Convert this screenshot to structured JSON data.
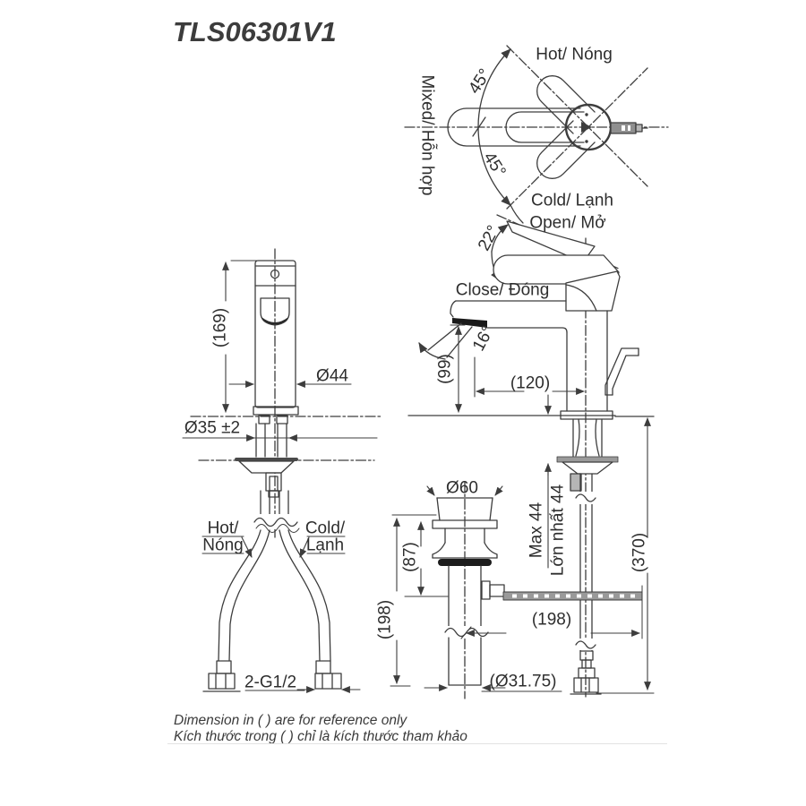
{
  "page": {
    "title": "TLS06301V1",
    "footer_line1": "Dimension in ( ) are for reference only",
    "footer_line2": "Kích thước trong ( ) chỉ là kích thước tham khảo"
  },
  "top_view": {
    "label_hot": "Hot/ Nóng",
    "label_mixed": "Mixed/ Hỗn hợp",
    "label_cold": "Cold/ Lạnh",
    "angle_upper": "45°",
    "angle_lower": "45°"
  },
  "side_view": {
    "label_open": "Open/ Mở",
    "label_close": "Close/ Đóng",
    "angle_open": "22°",
    "angle_stream": "16°",
    "dim_spout_height": "(99)",
    "dim_spout_reach": "(120)",
    "dim_max_counter_en": "Max 44",
    "dim_max_counter_vi": "Lớn nhất 44",
    "dim_under_counter": "(370)",
    "dim_rod_length": "(198)"
  },
  "front_view": {
    "dim_height": "(169)",
    "dim_body_diameter": "Ø44",
    "dim_hole_diameter": "Ø35 ±2",
    "label_hot_en": "Hot/",
    "label_hot_vi": "Nóng",
    "label_cold_en": "Cold/",
    "label_cold_vi": "Lạnh",
    "dim_thread": "2-G1/2"
  },
  "drain_view": {
    "dim_flange_diameter": "Ø60",
    "dim_body_depth": "(87)",
    "dim_total_depth": "(198)",
    "dim_tail_diameter": "(Ø31.75)"
  },
  "colors": {
    "line": "#3d3d3d",
    "text": "#2e2e2e",
    "metal_gray": "#9a9a9a",
    "seal_black": "#1c1c1c",
    "divider": "#e2e2e2"
  }
}
